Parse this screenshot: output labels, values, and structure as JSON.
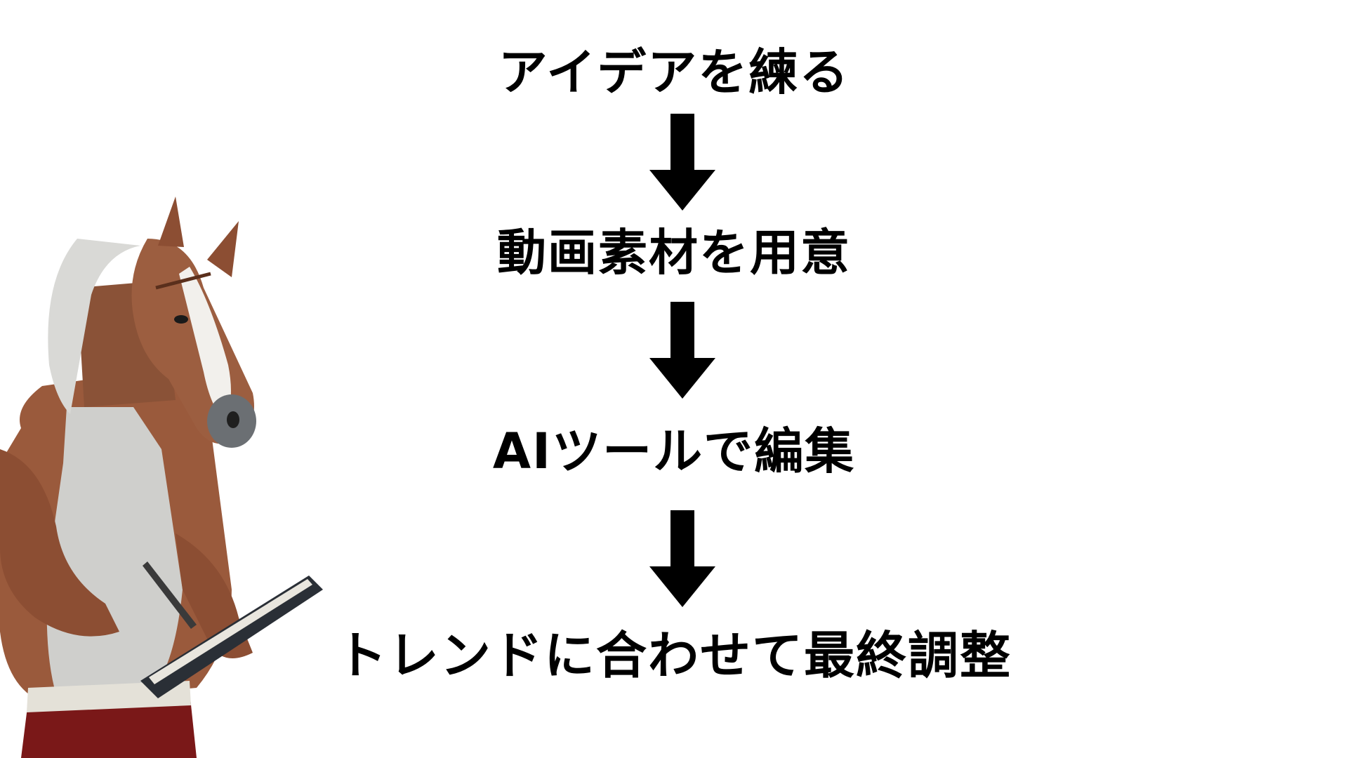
{
  "flow": {
    "steps": [
      {
        "label": "アイデアを練る"
      },
      {
        "label": "動画素材を用意"
      },
      {
        "label": "AIツールで編集"
      },
      {
        "label": "トレンドに合わせて最終調整"
      }
    ]
  },
  "illustration": {
    "subject": "horse-headed-bodybuilder-with-notebook"
  },
  "colors": {
    "background": "#ffffff",
    "text": "#000000",
    "arrow": "#000000"
  }
}
